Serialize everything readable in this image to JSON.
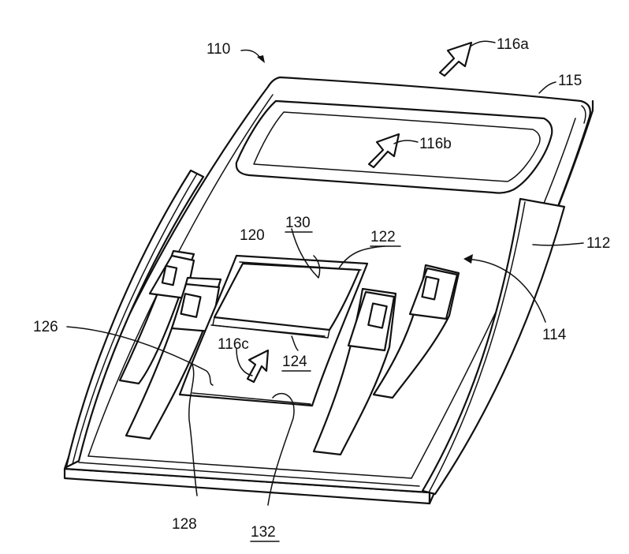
{
  "labels": {
    "l110": "110",
    "l116a": "116a",
    "l115": "115",
    "l116b": "116b",
    "l112": "112",
    "l120": "120",
    "l130": "130",
    "l122": "122",
    "l114": "114",
    "l126": "126",
    "l116c": "116c",
    "l124": "124",
    "l128": "128",
    "l132": "132"
  },
  "underlined": [
    "130",
    "122",
    "124",
    "132"
  ]
}
